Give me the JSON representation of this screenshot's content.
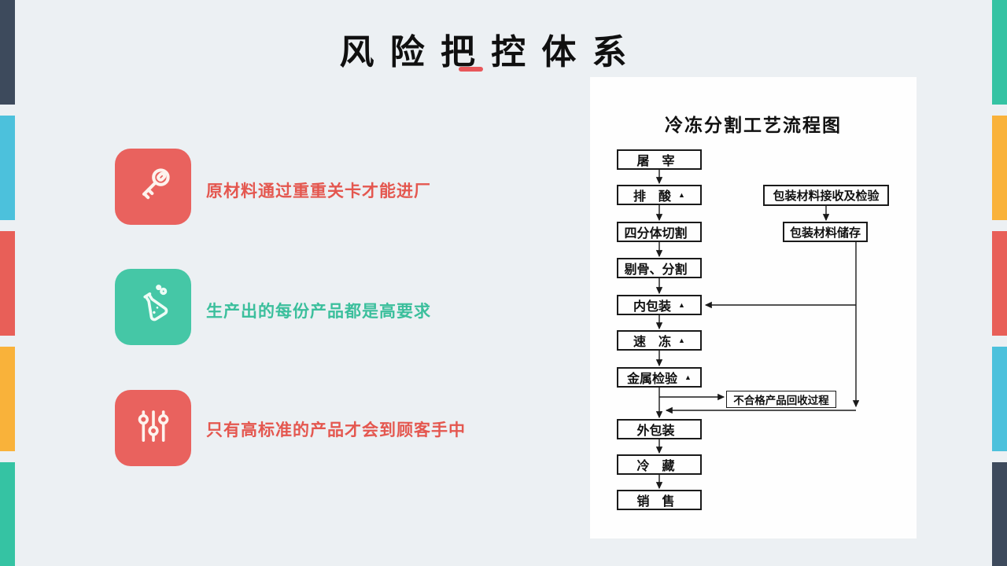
{
  "slide": {
    "title": "风 险 把 控 体 系",
    "background_color": "#ecf0f3",
    "underline_color": "#e8575a"
  },
  "edge_bars": {
    "left_colors": [
      "#3d4a5c",
      "#4cc1dc",
      "#e85f58",
      "#f9b23a",
      "#35c3a3"
    ],
    "right_colors": [
      "#35c3a3",
      "#f9b23a",
      "#e85f58",
      "#4cc1dc",
      "#3d4a5c"
    ]
  },
  "points": [
    {
      "icon": "key-icon",
      "tile_color": "#e9625e",
      "text": "原材料通过重重关卡才能进厂",
      "text_color": "#e4574f"
    },
    {
      "icon": "flask-icon",
      "tile_color": "#45c7a6",
      "text": "生产出的每份产品都是高要求",
      "text_color": "#3bbf9c"
    },
    {
      "icon": "sliders-icon",
      "tile_color": "#e9625e",
      "text": "只有高标准的产品才会到顾客手中",
      "text_color": "#e4574f"
    }
  ],
  "flowchart": {
    "title": "冷冻分割工艺流程图",
    "main_steps": [
      {
        "label": "屠　宰"
      },
      {
        "label": "排　酸",
        "ccp": "▲"
      },
      {
        "label": "四分体切割"
      },
      {
        "label": "剔骨、分割"
      },
      {
        "label": "内包装",
        "ccp": "▲"
      },
      {
        "label": "速　冻",
        "ccp": "▲"
      },
      {
        "label": "金属检验",
        "ccp": "▲"
      },
      {
        "label": "外包装"
      },
      {
        "label": "冷　藏"
      },
      {
        "label": "销　售"
      }
    ],
    "side_steps": [
      {
        "label": "包装材料接收及检验"
      },
      {
        "label": "包装材料储存"
      },
      {
        "label": "不合格产品回收过程"
      }
    ]
  }
}
